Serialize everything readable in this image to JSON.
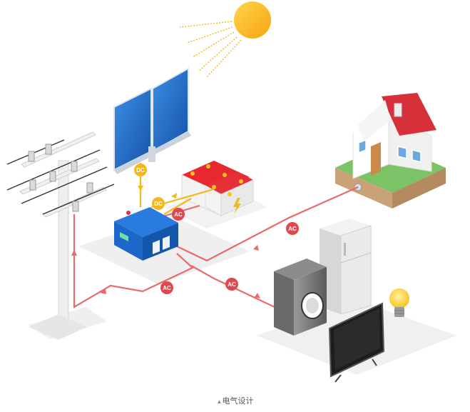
{
  "labels": {
    "dc": "DC",
    "ac": "AC"
  },
  "caption": "电气设计",
  "colors": {
    "ac_line": "#e86a6a",
    "ac_badge": "#e0474f",
    "dc_line": "#f5b81a",
    "dc_badge": "#f5b81a",
    "sun": "#fbb81c",
    "panel": "#1e6bc6",
    "inverter": "#1c67c9",
    "battery": "#e8282f",
    "roof": "#d6303a",
    "grass": "#7cc266"
  },
  "icons": [
    "sun-icon",
    "solar-panel-icon",
    "battery-icon",
    "inverter-icon",
    "power-pole-icon",
    "house-icon",
    "refrigerator-icon",
    "washing-machine-icon",
    "tv-icon",
    "light-bulb-icon",
    "lightning-icon"
  ]
}
